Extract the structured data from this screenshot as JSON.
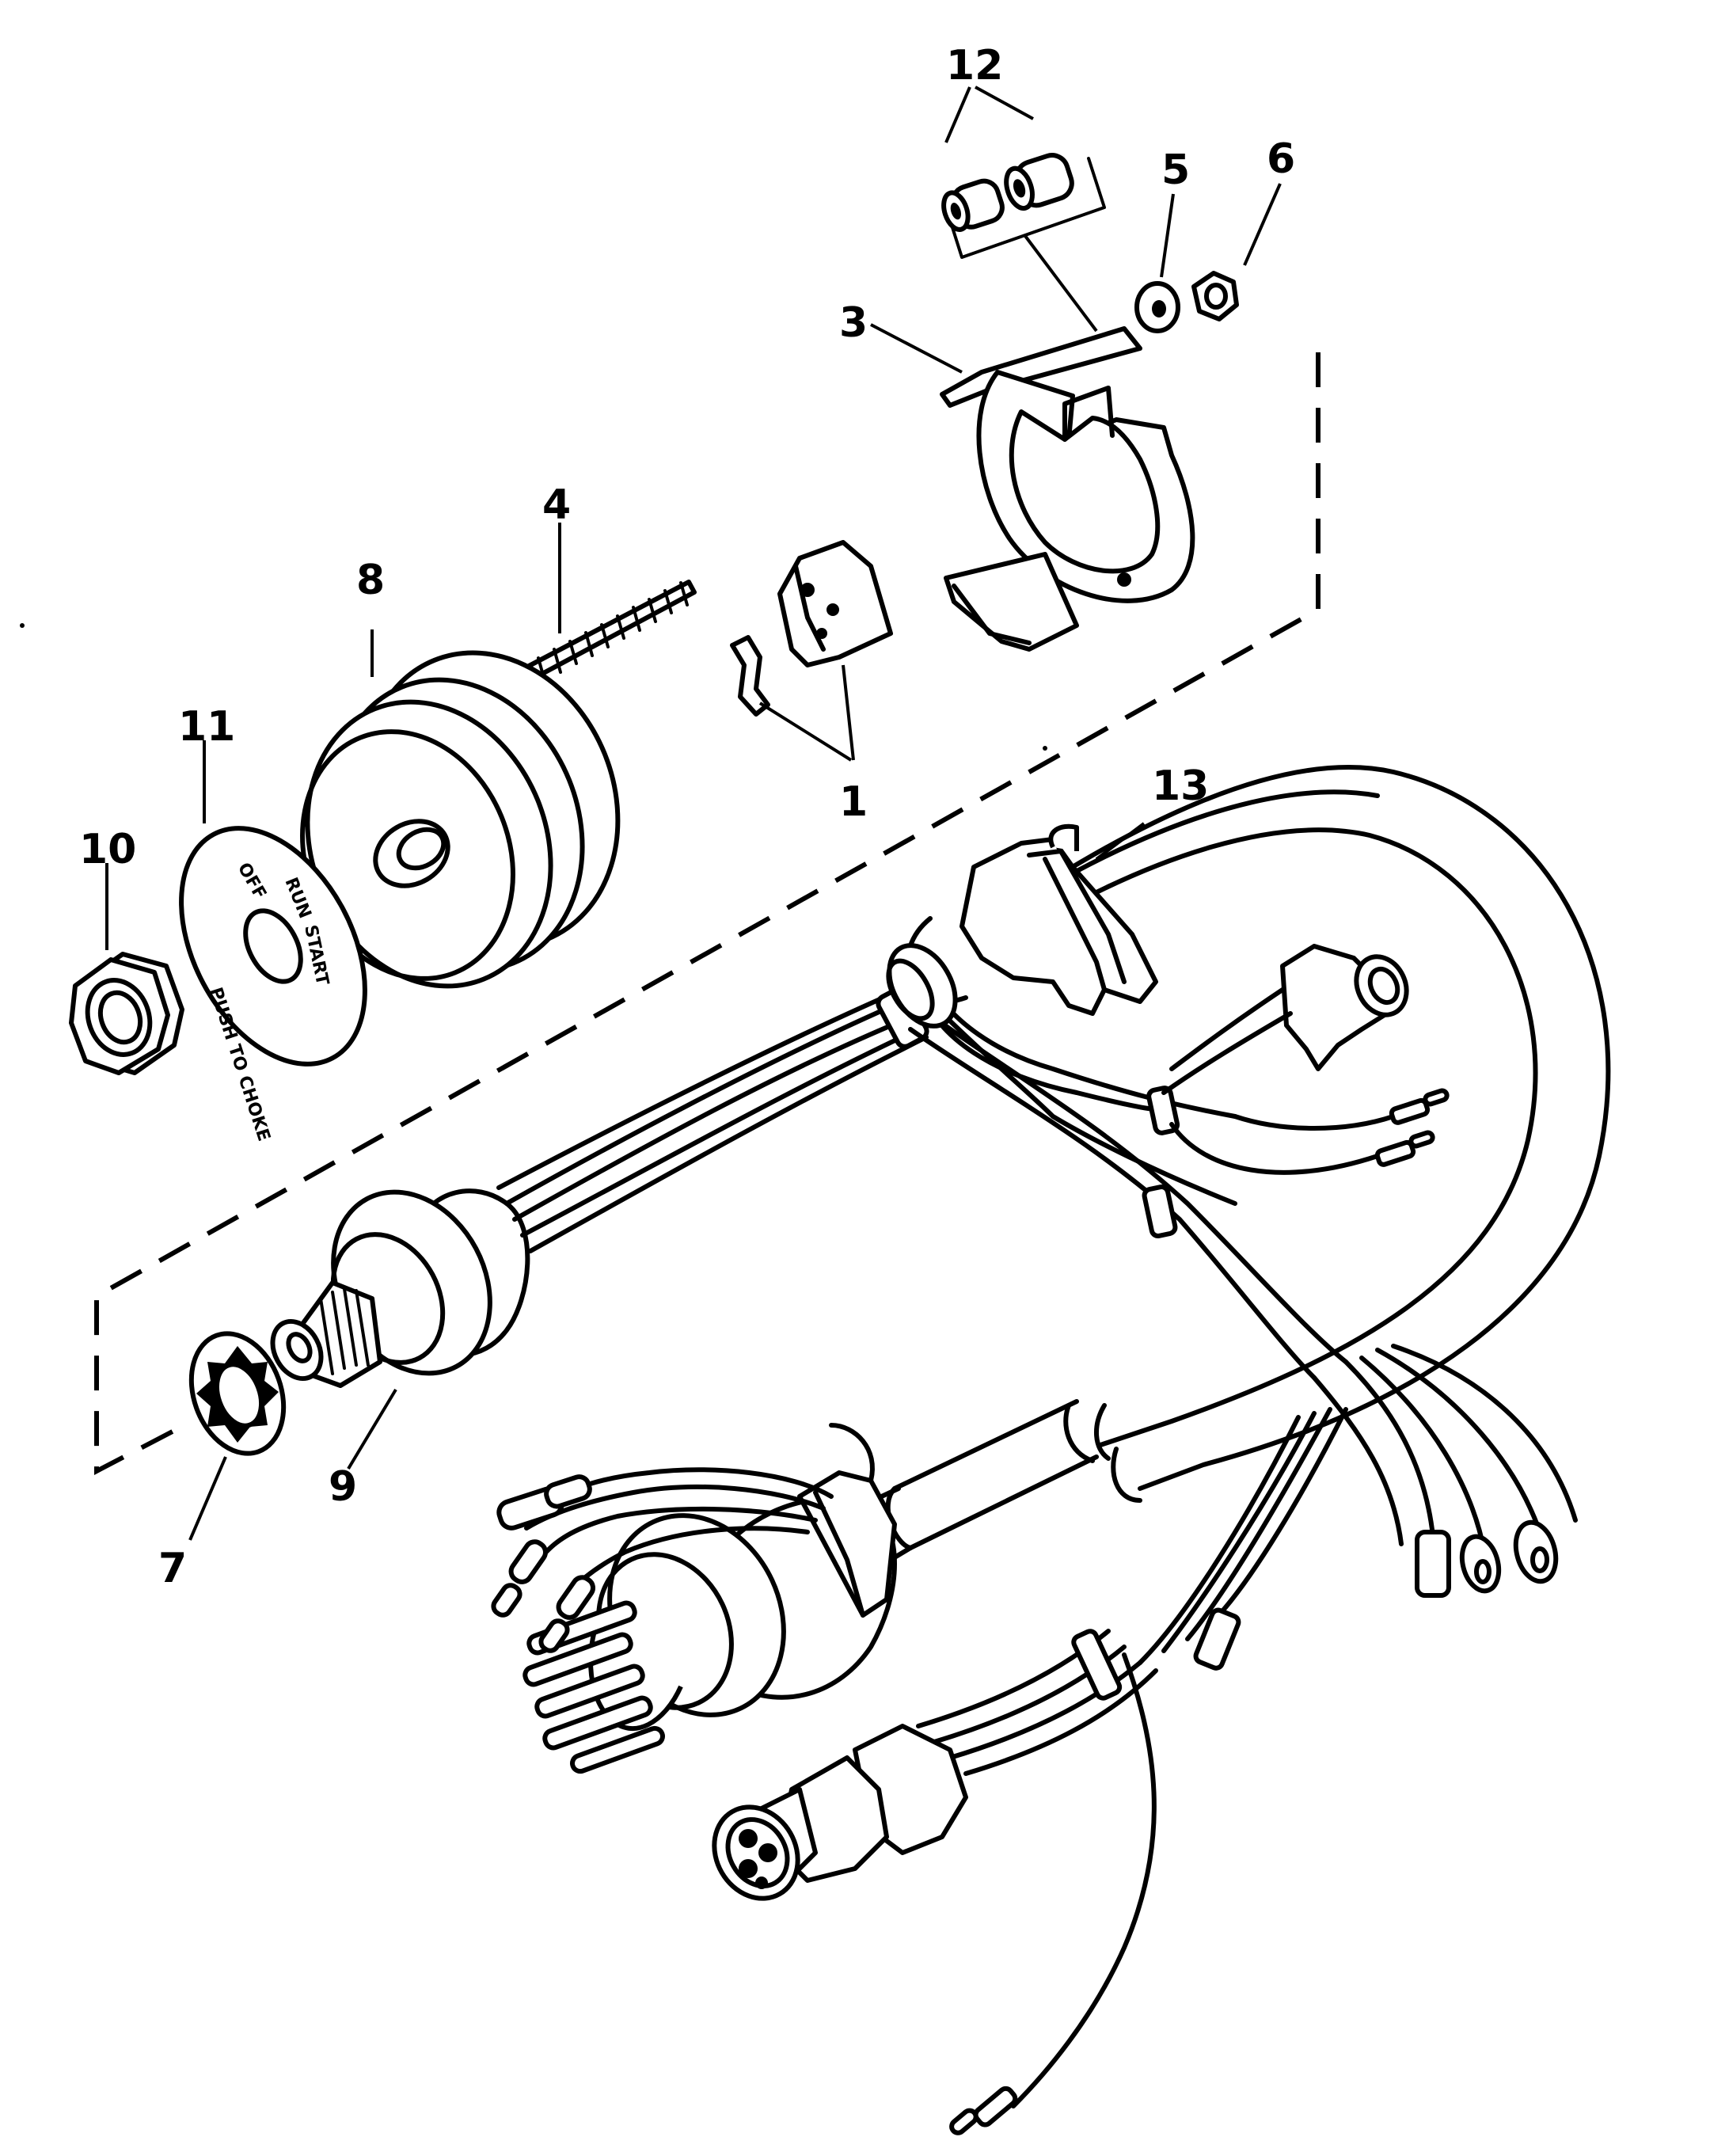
{
  "callouts": {
    "c1": "1",
    "c3": "3",
    "c4": "4",
    "c5": "5",
    "c6": "6",
    "c7": "7",
    "c8": "8",
    "c9": "9",
    "c10": "10",
    "c11": "11",
    "c12": "12",
    "c13": "13"
  },
  "switch_plate": {
    "off": "OFF",
    "run": "RUN",
    "start": "START",
    "push_to_choke": "PUSH TO CHOKE"
  }
}
